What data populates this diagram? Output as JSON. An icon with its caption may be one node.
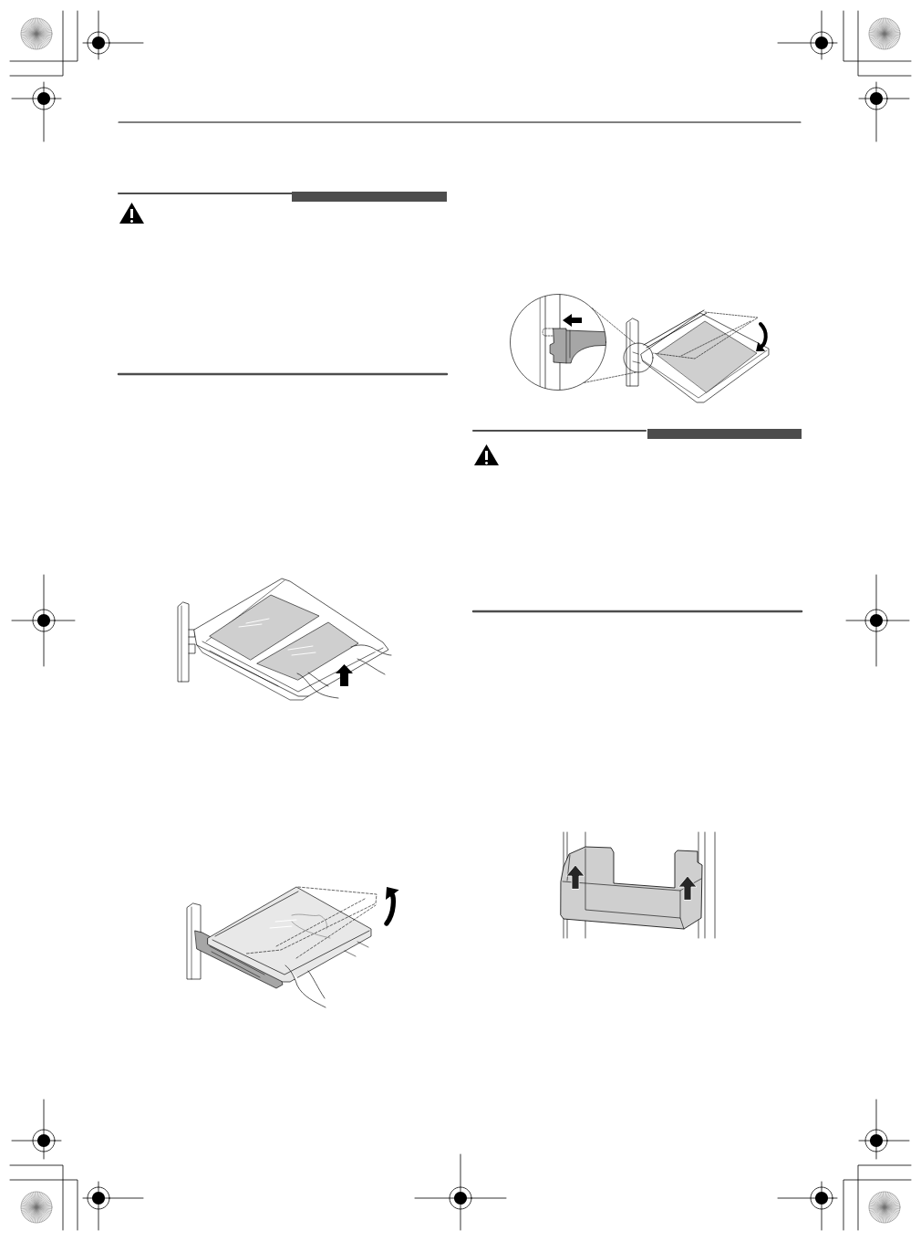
{
  "diagram": {
    "nodes": [
      {
        "text": [],
        "shape": "circle"
      },
      {
        "text": [],
        "shape": "circle"
      }
    ],
    "edges": [
      {
        "from": 0,
        "to": 1,
        "arrow": "none",
        "style": "dashed"
      },
      {
        "from": 0,
        "to": 1,
        "arrow": "none",
        "style": "dashed"
      }
    ]
  }
}
